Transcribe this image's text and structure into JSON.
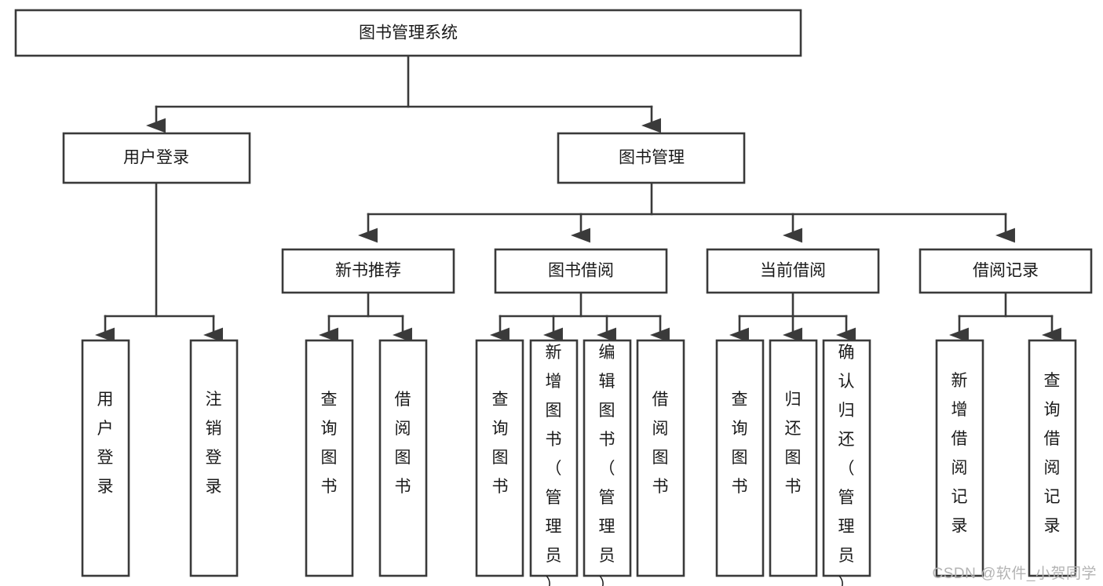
{
  "diagram": {
    "type": "tree",
    "title": "图书管理系统",
    "watermark": "CSDN @软件_小贺同学",
    "levels": {
      "level1": [
        {
          "id": "root",
          "label": "图书管理系统"
        }
      ],
      "level2": [
        {
          "id": "user-login",
          "label": "用户登录"
        },
        {
          "id": "book-manage",
          "label": "图书管理"
        }
      ],
      "level3": [
        {
          "id": "new-book-rec",
          "label": "新书推荐"
        },
        {
          "id": "book-borrow",
          "label": "图书借阅"
        },
        {
          "id": "current-borrow",
          "label": "当前借阅"
        },
        {
          "id": "borrow-record",
          "label": "借阅记录"
        }
      ],
      "level4": [
        {
          "id": "leaf-user-login",
          "label": "用户登录",
          "parent": "user-login"
        },
        {
          "id": "leaf-logout",
          "label": "注销登录",
          "parent": "user-login"
        },
        {
          "id": "leaf-query-book-1",
          "label": "查询图书",
          "parent": "new-book-rec"
        },
        {
          "id": "leaf-borrow-book-1",
          "label": "借阅图书",
          "parent": "new-book-rec"
        },
        {
          "id": "leaf-query-book-2",
          "label": "查询图书",
          "parent": "book-borrow"
        },
        {
          "id": "leaf-add-book",
          "label": "新增图书（管理员）",
          "parent": "book-borrow"
        },
        {
          "id": "leaf-edit-book",
          "label": "编辑图书（管理员）",
          "parent": "book-borrow"
        },
        {
          "id": "leaf-borrow-book-2",
          "label": "借阅图书",
          "parent": "book-borrow"
        },
        {
          "id": "leaf-query-book-3",
          "label": "查询图书",
          "parent": "current-borrow"
        },
        {
          "id": "leaf-return-book",
          "label": "归还图书",
          "parent": "current-borrow"
        },
        {
          "id": "leaf-confirm-return",
          "label": "确认归还（管理员）",
          "parent": "current-borrow"
        },
        {
          "id": "leaf-add-record",
          "label": "新增借阅记录",
          "parent": "borrow-record"
        },
        {
          "id": "leaf-query-record",
          "label": "查询借阅记录",
          "parent": "borrow-record"
        }
      ]
    },
    "colors": {
      "box_stroke": "#3a3a3a",
      "box_fill": "#ffffff",
      "text": "#1a1a1a",
      "watermark": "#b4b4b4",
      "background": "#ffffff"
    }
  }
}
